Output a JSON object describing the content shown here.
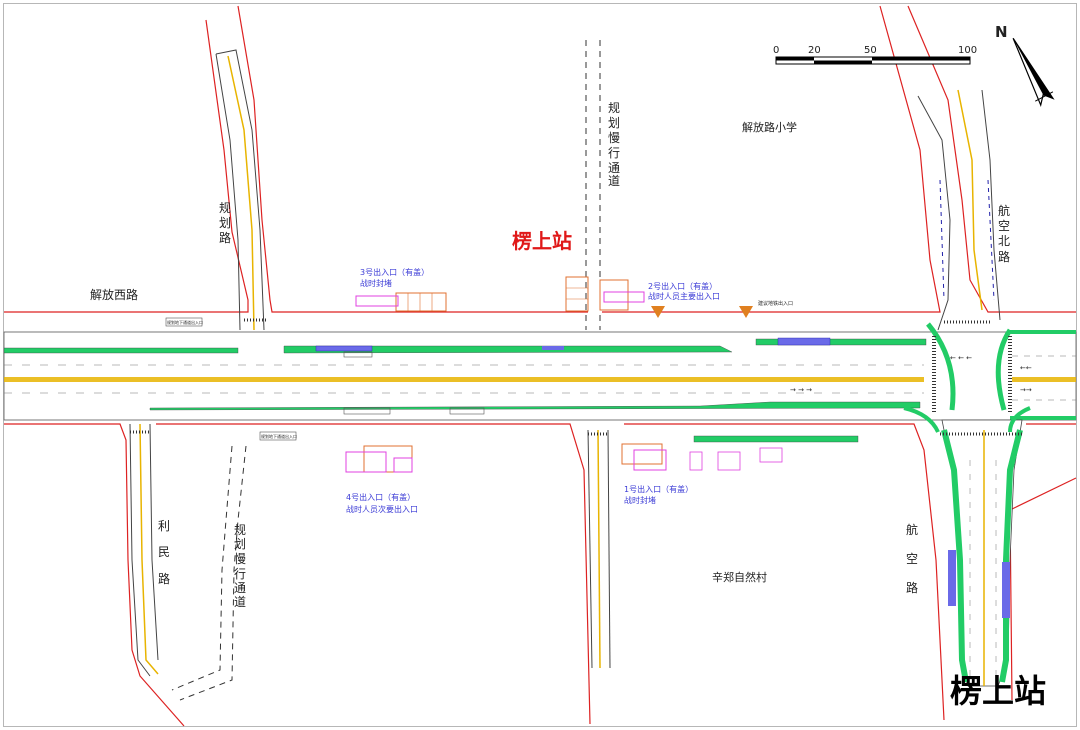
{
  "station": {
    "name_top": "楞上站",
    "name_corner": "楞上站"
  },
  "roads": {
    "jiefang_west": "解放西路",
    "guihua_road": [
      "规",
      "划",
      "路"
    ],
    "hangkong_north": [
      "航",
      "空",
      "北",
      "路"
    ],
    "hangkong": [
      "航",
      "空",
      "路"
    ],
    "limin": [
      "利",
      "民",
      "路"
    ],
    "slow_lane_north": [
      "规",
      "划",
      "慢",
      "行",
      "通",
      "道"
    ],
    "slow_lane_south": [
      "规",
      "划",
      "慢",
      "行",
      "通",
      "道"
    ]
  },
  "places": {
    "school": "解放路小学",
    "village": "辛郑自然村"
  },
  "entrances": {
    "e3_line1": "3号出入口（有盖）",
    "e3_line2": "战时封堵",
    "e2_line1": "2号出入口（有盖）",
    "e2_line2": "战时人员主要出入口",
    "e4_line1": "4号出入口（有盖）",
    "e4_line2": "战时人员次要出入口",
    "e1_line1": "1号出入口（有盖）",
    "e1_line2": "战时封堵"
  },
  "small_labels": {
    "future_entrance": "建议地铁出入口",
    "underpass_nw": "规划地下通道出入口",
    "underpass_sw": "规划地下通道出入口"
  },
  "scale": {
    "ticks": [
      "0",
      "20",
      "50",
      "100"
    ]
  },
  "north": {
    "letter": "N"
  },
  "colors": {
    "green_belt": "#22cc66",
    "red_line": "#dd2222",
    "entrance_pink": "#e040e0",
    "entrance_orange": "#e07030",
    "center_yellow": "#e8b400"
  }
}
